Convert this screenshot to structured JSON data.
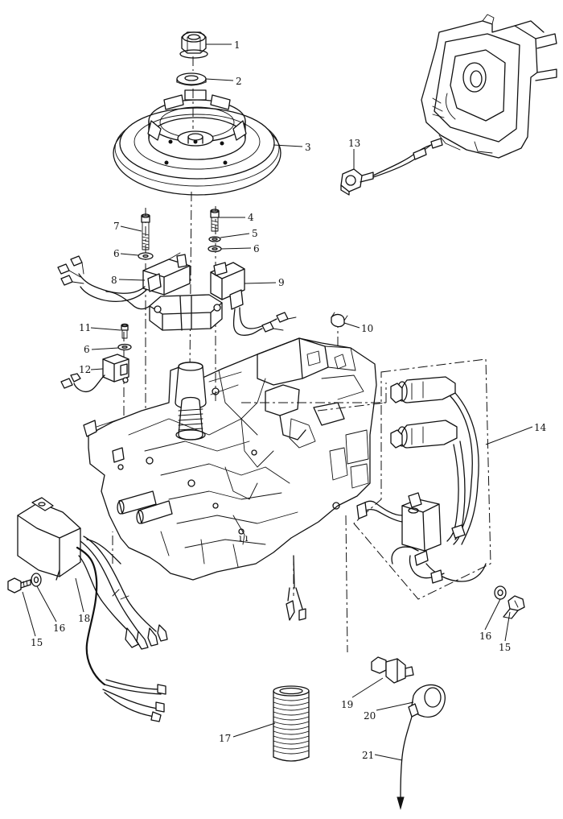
{
  "callouts": {
    "c1": "1",
    "c2": "2",
    "c3": "3",
    "c4": "4",
    "c5": "5",
    "c6a": "6",
    "c6b": "6",
    "c6c": "6",
    "c7": "7",
    "c8": "8",
    "c9": "9",
    "c10": "10",
    "c11": "11",
    "c12": "12",
    "c13": "13",
    "c14": "14",
    "c15a": "15",
    "c15b": "15",
    "c16a": "16",
    "c16b": "16",
    "c17": "17",
    "c18": "18",
    "c19": "19",
    "c20": "20",
    "c21": "21"
  }
}
